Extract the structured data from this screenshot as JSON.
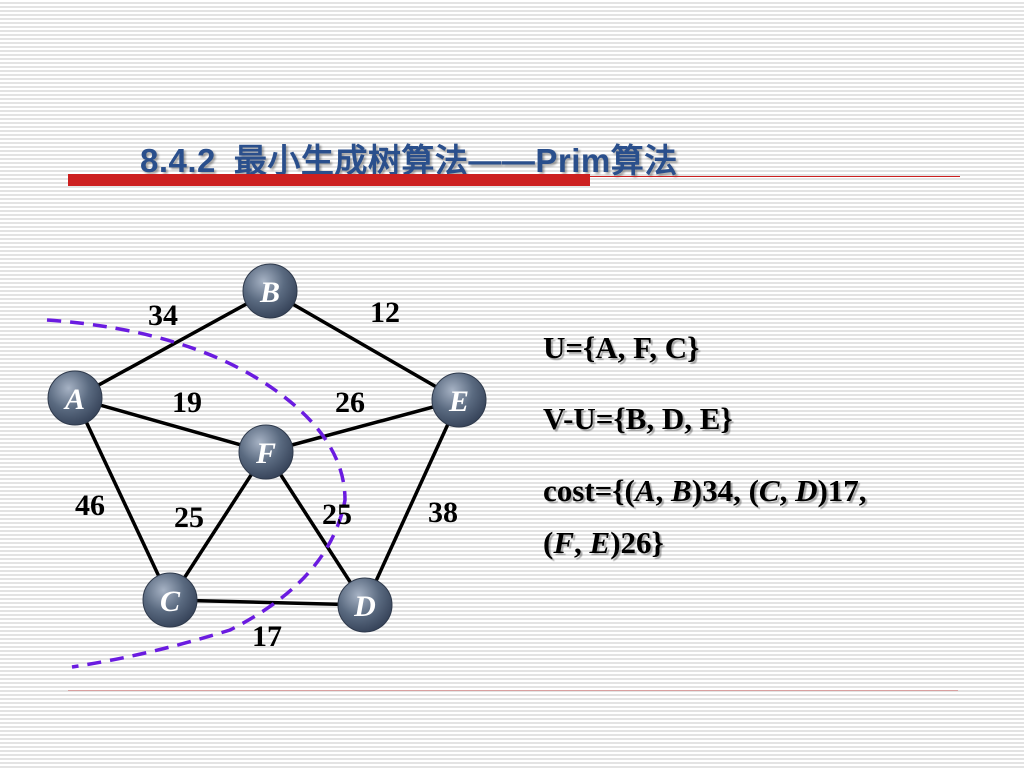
{
  "title": {
    "number": "8.4.2",
    "text": "最小生成树算法——Prim算法"
  },
  "colors": {
    "title": "#2a4f8c",
    "accent_bar": "#cc1f1f",
    "node": "#5a6a80",
    "cut_line": "#6a1be0"
  },
  "graph": {
    "nodes": {
      "A": "A",
      "B": "B",
      "C": "C",
      "D": "D",
      "E": "E",
      "F": "F"
    },
    "weights": {
      "AB": "34",
      "BE": "12",
      "AF": "19",
      "FE": "26",
      "AC": "46",
      "FC": "25",
      "FD": "25",
      "ED": "38",
      "CD": "17"
    }
  },
  "info": {
    "u_set": "U={A, F, C}",
    "vu_set": "V-U={B, D, E}",
    "cost_prefix": "cost={(",
    "cost_e1_a": "A",
    "cost_e1_b": "B",
    "cost_e1_w": "34",
    "cost_e2_a": "C",
    "cost_e2_b": "D",
    "cost_e2_w": "17",
    "cost_e3_a": "F",
    "cost_e3_b": "E",
    "cost_e3_w": "26"
  }
}
